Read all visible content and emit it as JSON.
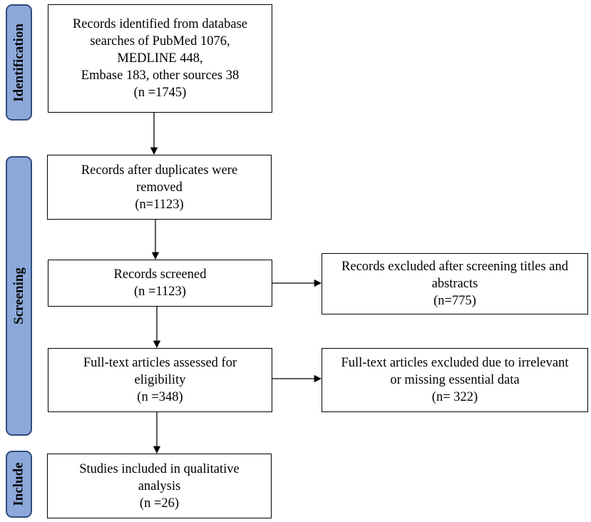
{
  "phases": {
    "identification": "Identification",
    "screening": "Screening",
    "include": "Include"
  },
  "boxes": {
    "identified": {
      "lines": [
        "Records identified from database",
        "searches of PubMed 1076,",
        "MEDLINE 448,",
        "Embase 183, other sources 38",
        "(n =1745)"
      ]
    },
    "duplicates_removed": {
      "lines": [
        "Records after duplicates were",
        "removed",
        "(n=1123)"
      ]
    },
    "screened": {
      "lines": [
        "Records screened",
        "(n =1123)"
      ]
    },
    "excluded_screening": {
      "lines": [
        "Records excluded after screening titles and",
        "abstracts",
        "(n=775)"
      ]
    },
    "fulltext_assessed": {
      "lines": [
        "Full-text articles assessed for",
        "eligibility",
        "(n =348)"
      ]
    },
    "fulltext_excluded": {
      "lines": [
        "Full-text articles excluded due to irrelevant",
        "or missing essential data",
        "(n= 322)"
      ]
    },
    "included": {
      "lines": [
        "Studies included in qualitative",
        "analysis",
        "(n =26)"
      ]
    }
  }
}
